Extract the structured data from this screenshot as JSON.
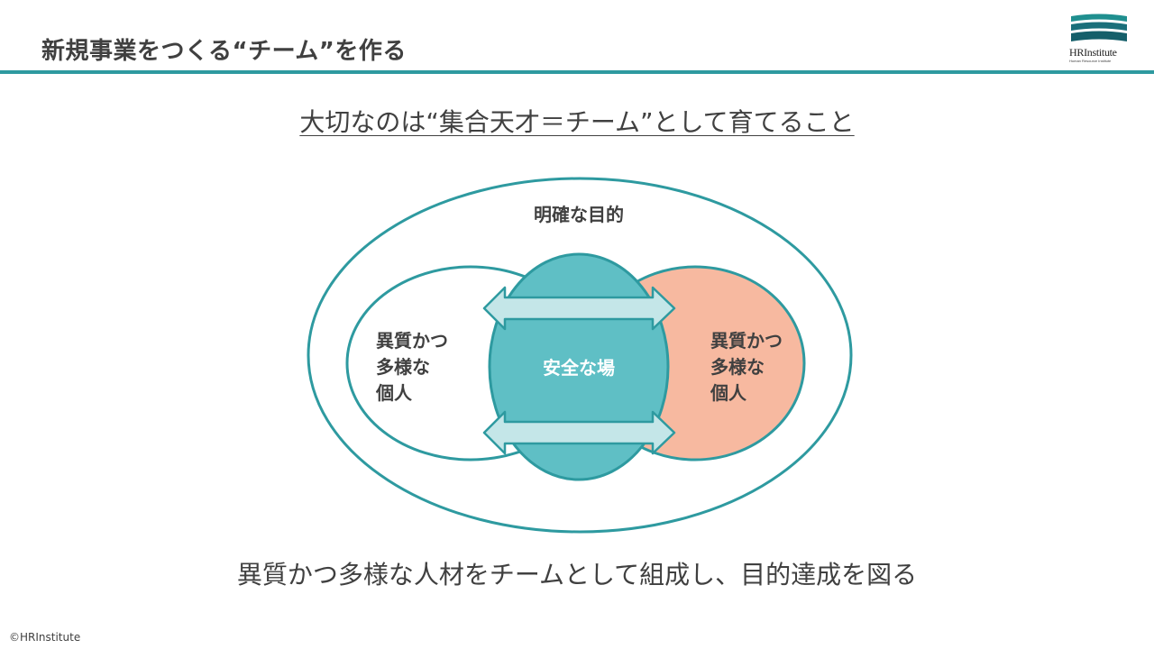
{
  "slide": {
    "title": "新規事業をつくる“チーム”を作る",
    "subtitle": "大切なのは“集合天才＝チーム”として育てること",
    "bottom_text": "異質かつ多様な人材をチームとして組成し、目的達成を図る",
    "copyright": "©HRInstitute"
  },
  "logo": {
    "name": "HRInstitute",
    "tagline": "Human Resource Institute",
    "icon": "stacked-waves-logo-icon"
  },
  "diagram": {
    "outer_label": "明確な目的",
    "left_label": [
      "異質かつ",
      "多様な",
      "個人"
    ],
    "right_label": [
      "異質かつ",
      "多様な",
      "個人"
    ],
    "center_label": "安全な場",
    "arrows": [
      "double-arrow-icon",
      "double-arrow-icon"
    ]
  },
  "colors": {
    "accent": "#2e9aa0",
    "center_fill": "#5fbfc5",
    "right_fill": "#f7b9a0",
    "arrow_fill": "#c4e6e8",
    "text": "#404040"
  }
}
